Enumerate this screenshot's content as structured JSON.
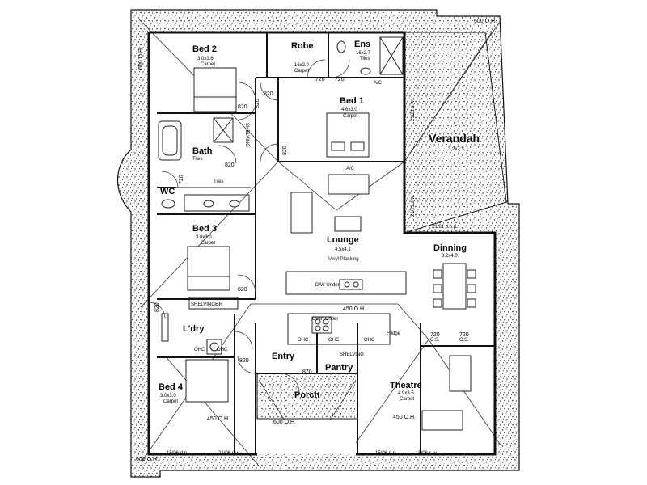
{
  "plan": {
    "rooms": {
      "bed2": {
        "name": "Bed 2",
        "size": "3.0x3.6",
        "floor": "Carpet"
      },
      "robe": {
        "name": "Robe",
        "size": "16x2.0",
        "floor": "Carpet"
      },
      "ens": {
        "name": "Ens",
        "size": "16x2.7",
        "floor": "Tiles"
      },
      "bed1": {
        "name": "Bed 1",
        "size": "4.6x3.0",
        "floor": "Carpet"
      },
      "bath": {
        "name": "Bath",
        "floor": "Tiles"
      },
      "wc": {
        "name": "WC"
      },
      "bed3": {
        "name": "Bed 3",
        "size": "3.0x3.0",
        "floor": "Carpet"
      },
      "lounge": {
        "name": "Lounge",
        "size": "4.5x4.1",
        "floor": "Vinyl Planking"
      },
      "dining": {
        "name": "Dinning",
        "size": "3.2x4.0"
      },
      "verandah": {
        "name": "Verandah",
        "size": "3.2x7.3"
      },
      "ldry": {
        "name": "L'dry"
      },
      "entry": {
        "name": "Entry"
      },
      "pantry": {
        "name": "Pantry"
      },
      "porch": {
        "name": "Porch"
      },
      "theatre": {
        "name": "Theatre",
        "size": "4.9x3.5",
        "floor": "Carpet"
      },
      "bed4": {
        "name": "Bed 4",
        "size": "3.0x3.0",
        "floor": "Carpet"
      }
    },
    "labels": {
      "tiles_hall": "Tiles",
      "shelving_bath": "SHELVING",
      "shelving_ldry": "SHELVING",
      "shelving_pantry": "SHELVING",
      "br": "BR",
      "ac1": "A/C",
      "ac2": "A/C",
      "dw_under": "D/W Under",
      "oven_under": "Oven Under",
      "fridge": "Fridge",
      "ohc1": "OHC",
      "ohc2": "OHC",
      "ohc3": "OHC",
      "ohc4": "OHC",
      "ohc5": "OHC",
      "cs1": "C.S.",
      "cs2": "C.S."
    },
    "dims": {
      "d600_top": "600 O.H.",
      "d600_left_top": "600 O.H.",
      "d600_bottom_left": "600 O.H.",
      "d600_porch": "600 O.H.",
      "d450_kitchen": "450 O.H.",
      "d450_bed4": "450 O.H.",
      "d450_theatre": "450 O.H.",
      "d820_a": "820",
      "d820_b": "820",
      "d820_c": "820",
      "d820_d": "820",
      "d820_e": "820",
      "d820_f": "820",
      "d820_g": "820",
      "d820_h": "820",
      "d720_a": "720",
      "d720_b": "720",
      "d720_c": "720",
      "d720_d": "720",
      "d720_e": "720",
      "d870": "870",
      "roof_r1": "21/21 s.w.",
      "roof_r2": "21/21 s.w.",
      "roof_r3": "21/21 d.p.d.",
      "roof_b1": "15/06 d.p.",
      "roof_b2": "21/06 s.w.",
      "roof_b3": "15/06 d.p.",
      "roof_b4": "15/06 s.w."
    }
  }
}
